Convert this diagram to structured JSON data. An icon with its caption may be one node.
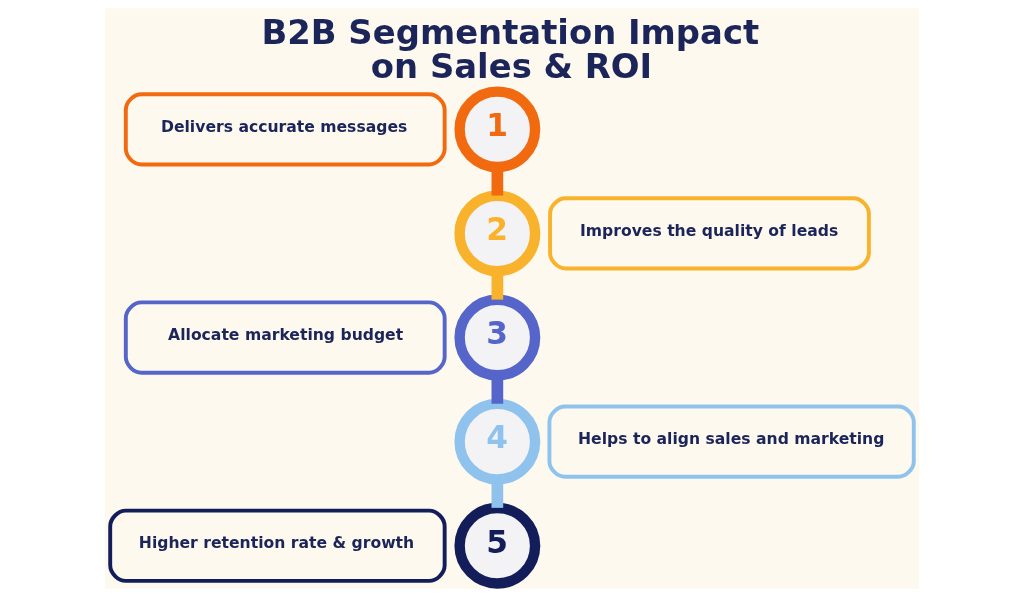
{
  "diagram": {
    "title": "B2B Segmentation Impact on Sales & ROI",
    "nodes": [
      {
        "text": [
          "Delivers accurate messages"
        ]
      },
      {
        "text": [
          "1"
        ]
      },
      {
        "text": [
          "2"
        ]
      },
      {
        "text": [
          "Improves the quality of leads"
        ]
      },
      {
        "text": [
          "Allocate marketing budget"
        ]
      },
      {
        "text": [
          "3"
        ]
      },
      {
        "text": [
          "4"
        ]
      },
      {
        "text": [
          "Helps to align sales and marketing"
        ]
      },
      {
        "text": [
          "Higher retention rate & growth"
        ]
      },
      {
        "text": [
          "5"
        ]
      }
    ],
    "edges": [
      {
        "from": 1,
        "to": 2,
        "arrow": "none",
        "color": "#f26a10"
      },
      {
        "from": 2,
        "to": 5,
        "arrow": "none",
        "color": "#f8b22c"
      },
      {
        "from": 5,
        "to": 6,
        "arrow": "none",
        "color": "#5565c9"
      },
      {
        "from": 6,
        "to": 9,
        "arrow": "none",
        "color": "#8fc3ee"
      }
    ]
  }
}
